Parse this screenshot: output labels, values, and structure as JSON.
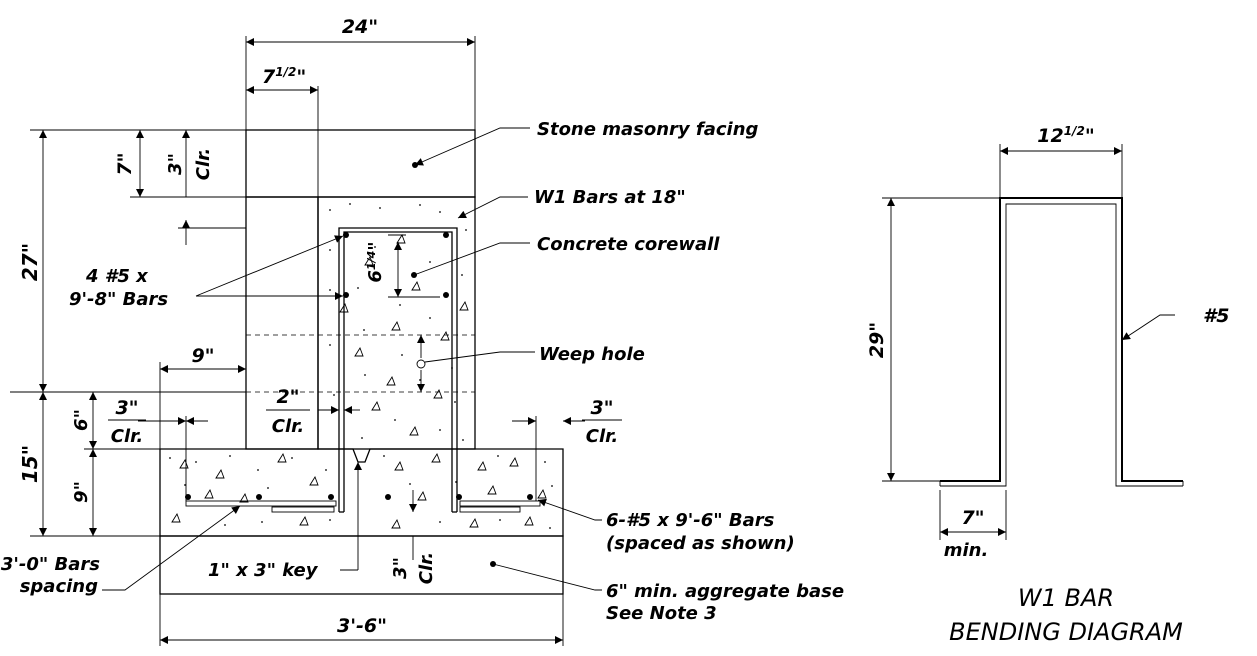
{
  "dimensions": {
    "top_width": "24\"",
    "facing_width_whole": "7",
    "facing_width_frac": "1/2",
    "facing_width_unit": "\"",
    "facing_height": "7\"",
    "facing_clr_val": "3\"",
    "clr": "Clr.",
    "wall_height": "27\"",
    "footing_height": "15\"",
    "upper_6": "6\"",
    "lower_9": "9\"",
    "toe_9": "9\"",
    "left_clr_val": "3\"",
    "mid_clr_val": "2\"",
    "right_clr_val": "3\"",
    "bar_spacing_whole": "6",
    "bar_spacing_frac": "1/4",
    "bar_spacing_unit": "\"",
    "base_clr_val": "3\"",
    "footing_width": "3'-6\""
  },
  "callouts": {
    "stone_facing": "Stone masonry facing",
    "w1_bars": "W1 Bars at 18\"",
    "corewall": "Concrete corewall",
    "long_bars_1": "4 #5 x",
    "long_bars_2": "9'-8\" Bars",
    "weep_hole": "Weep hole",
    "footing_bars_1": "6-#5 x 9'-6\" Bars",
    "footing_bars_2": "(spaced as shown)",
    "key": "1\" x 3\" key",
    "base_1": "6\" min. aggregate base",
    "base_2": "See Note 3",
    "left_bars_1": "3'-0\" Bars",
    "left_bars_2": "spacing"
  },
  "w1": {
    "width_whole": "12",
    "width_frac": "1/2",
    "width_unit": "\"",
    "height": "29\"",
    "bar_size": "#5",
    "leg_length": "7\"",
    "leg_note": "min.",
    "title_1": "W1 BAR",
    "title_2": "BENDING DIAGRAM"
  }
}
